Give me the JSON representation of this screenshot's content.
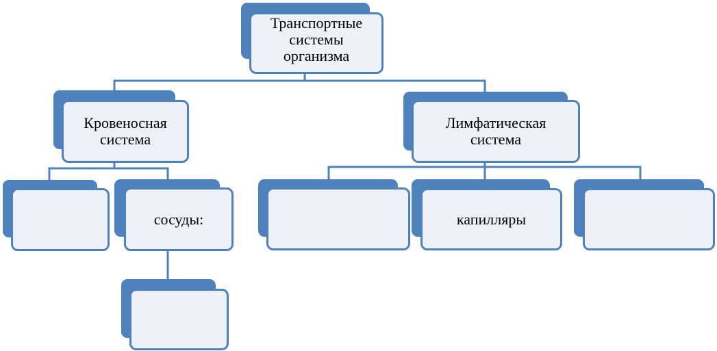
{
  "diagram": {
    "root": {
      "label": "Транспортные\nсистемы\nорганизма"
    },
    "blood_system": {
      "label": "Кровеносная\nсистема"
    },
    "lymph_system": {
      "label": "Лимфатическая\nсистема"
    },
    "blood_child_1": {
      "label": ""
    },
    "blood_child_2": {
      "label": "сосуды:"
    },
    "vessels_child": {
      "label": ""
    },
    "lymph_child_1": {
      "label": ""
    },
    "lymph_child_2": {
      "label": "капилляры"
    },
    "lymph_child_3": {
      "label": ""
    }
  },
  "colors": {
    "accent": "#4f81bd",
    "box_fill": "#eef2f8"
  }
}
